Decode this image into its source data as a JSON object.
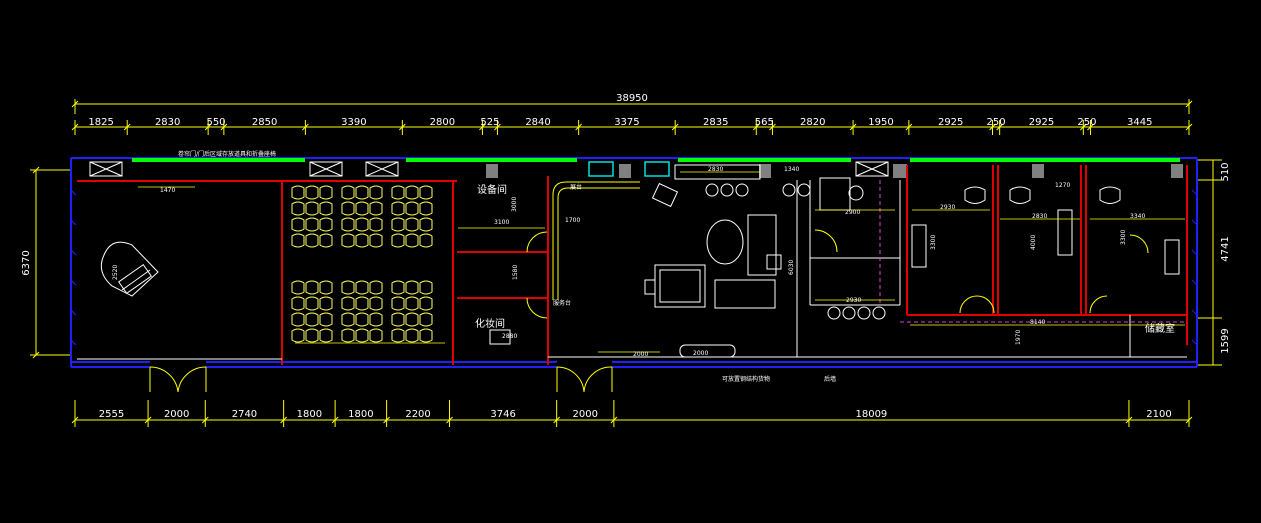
{
  "colors": {
    "background": "#000000",
    "dimension": "#ffff00",
    "wall": "#e00000",
    "outline": "#2020ff",
    "window": "#00ff00",
    "furniture": "#ffffff",
    "fixture": "#ffff66",
    "glass": "#00e0e0"
  },
  "dims": {
    "overall_top": "38950",
    "top": [
      "1825",
      "2830",
      "550",
      "2850",
      "3390",
      "2800",
      "525",
      "2840",
      "3375",
      "2835",
      "565",
      "2820",
      "1950",
      "2925",
      "250",
      "2925",
      "250",
      "3445"
    ],
    "bottom": [
      "2555",
      "2000",
      "2740",
      "1800",
      "1800",
      "2200",
      "3746",
      "2000",
      "18009",
      "2100"
    ],
    "left_total": "6370",
    "right": [
      "510",
      "4741",
      "1599"
    ]
  },
  "rooms": {
    "equipment": "设备间",
    "makeup": "化妆间",
    "storage": "储藏室"
  },
  "inner_dims": {
    "d1470": "1470",
    "d3100": "3100",
    "d3000": "3000",
    "d1700": "1700",
    "d2000a": "2000",
    "d2000b": "2000",
    "d2830": "2830",
    "d1340": "1340",
    "d2900": "2900",
    "d2930a": "2930",
    "d2930b": "2930",
    "d2830b": "2830",
    "d3340": "3340",
    "d8140": "8140",
    "d1270": "1270",
    "d1970": "1970",
    "d3300": "3300",
    "d3300b": "3300",
    "d4000": "4000",
    "d6030": "6030",
    "d2880": "2880",
    "d1580": "1580",
    "d2520": "2520"
  },
  "notes": {
    "note1": "卷帘门/门后区域存放道具和折叠座椅",
    "note2": "可放置钢结构货物",
    "note3": "后墙",
    "note4": "展台",
    "note5": "服务台"
  }
}
